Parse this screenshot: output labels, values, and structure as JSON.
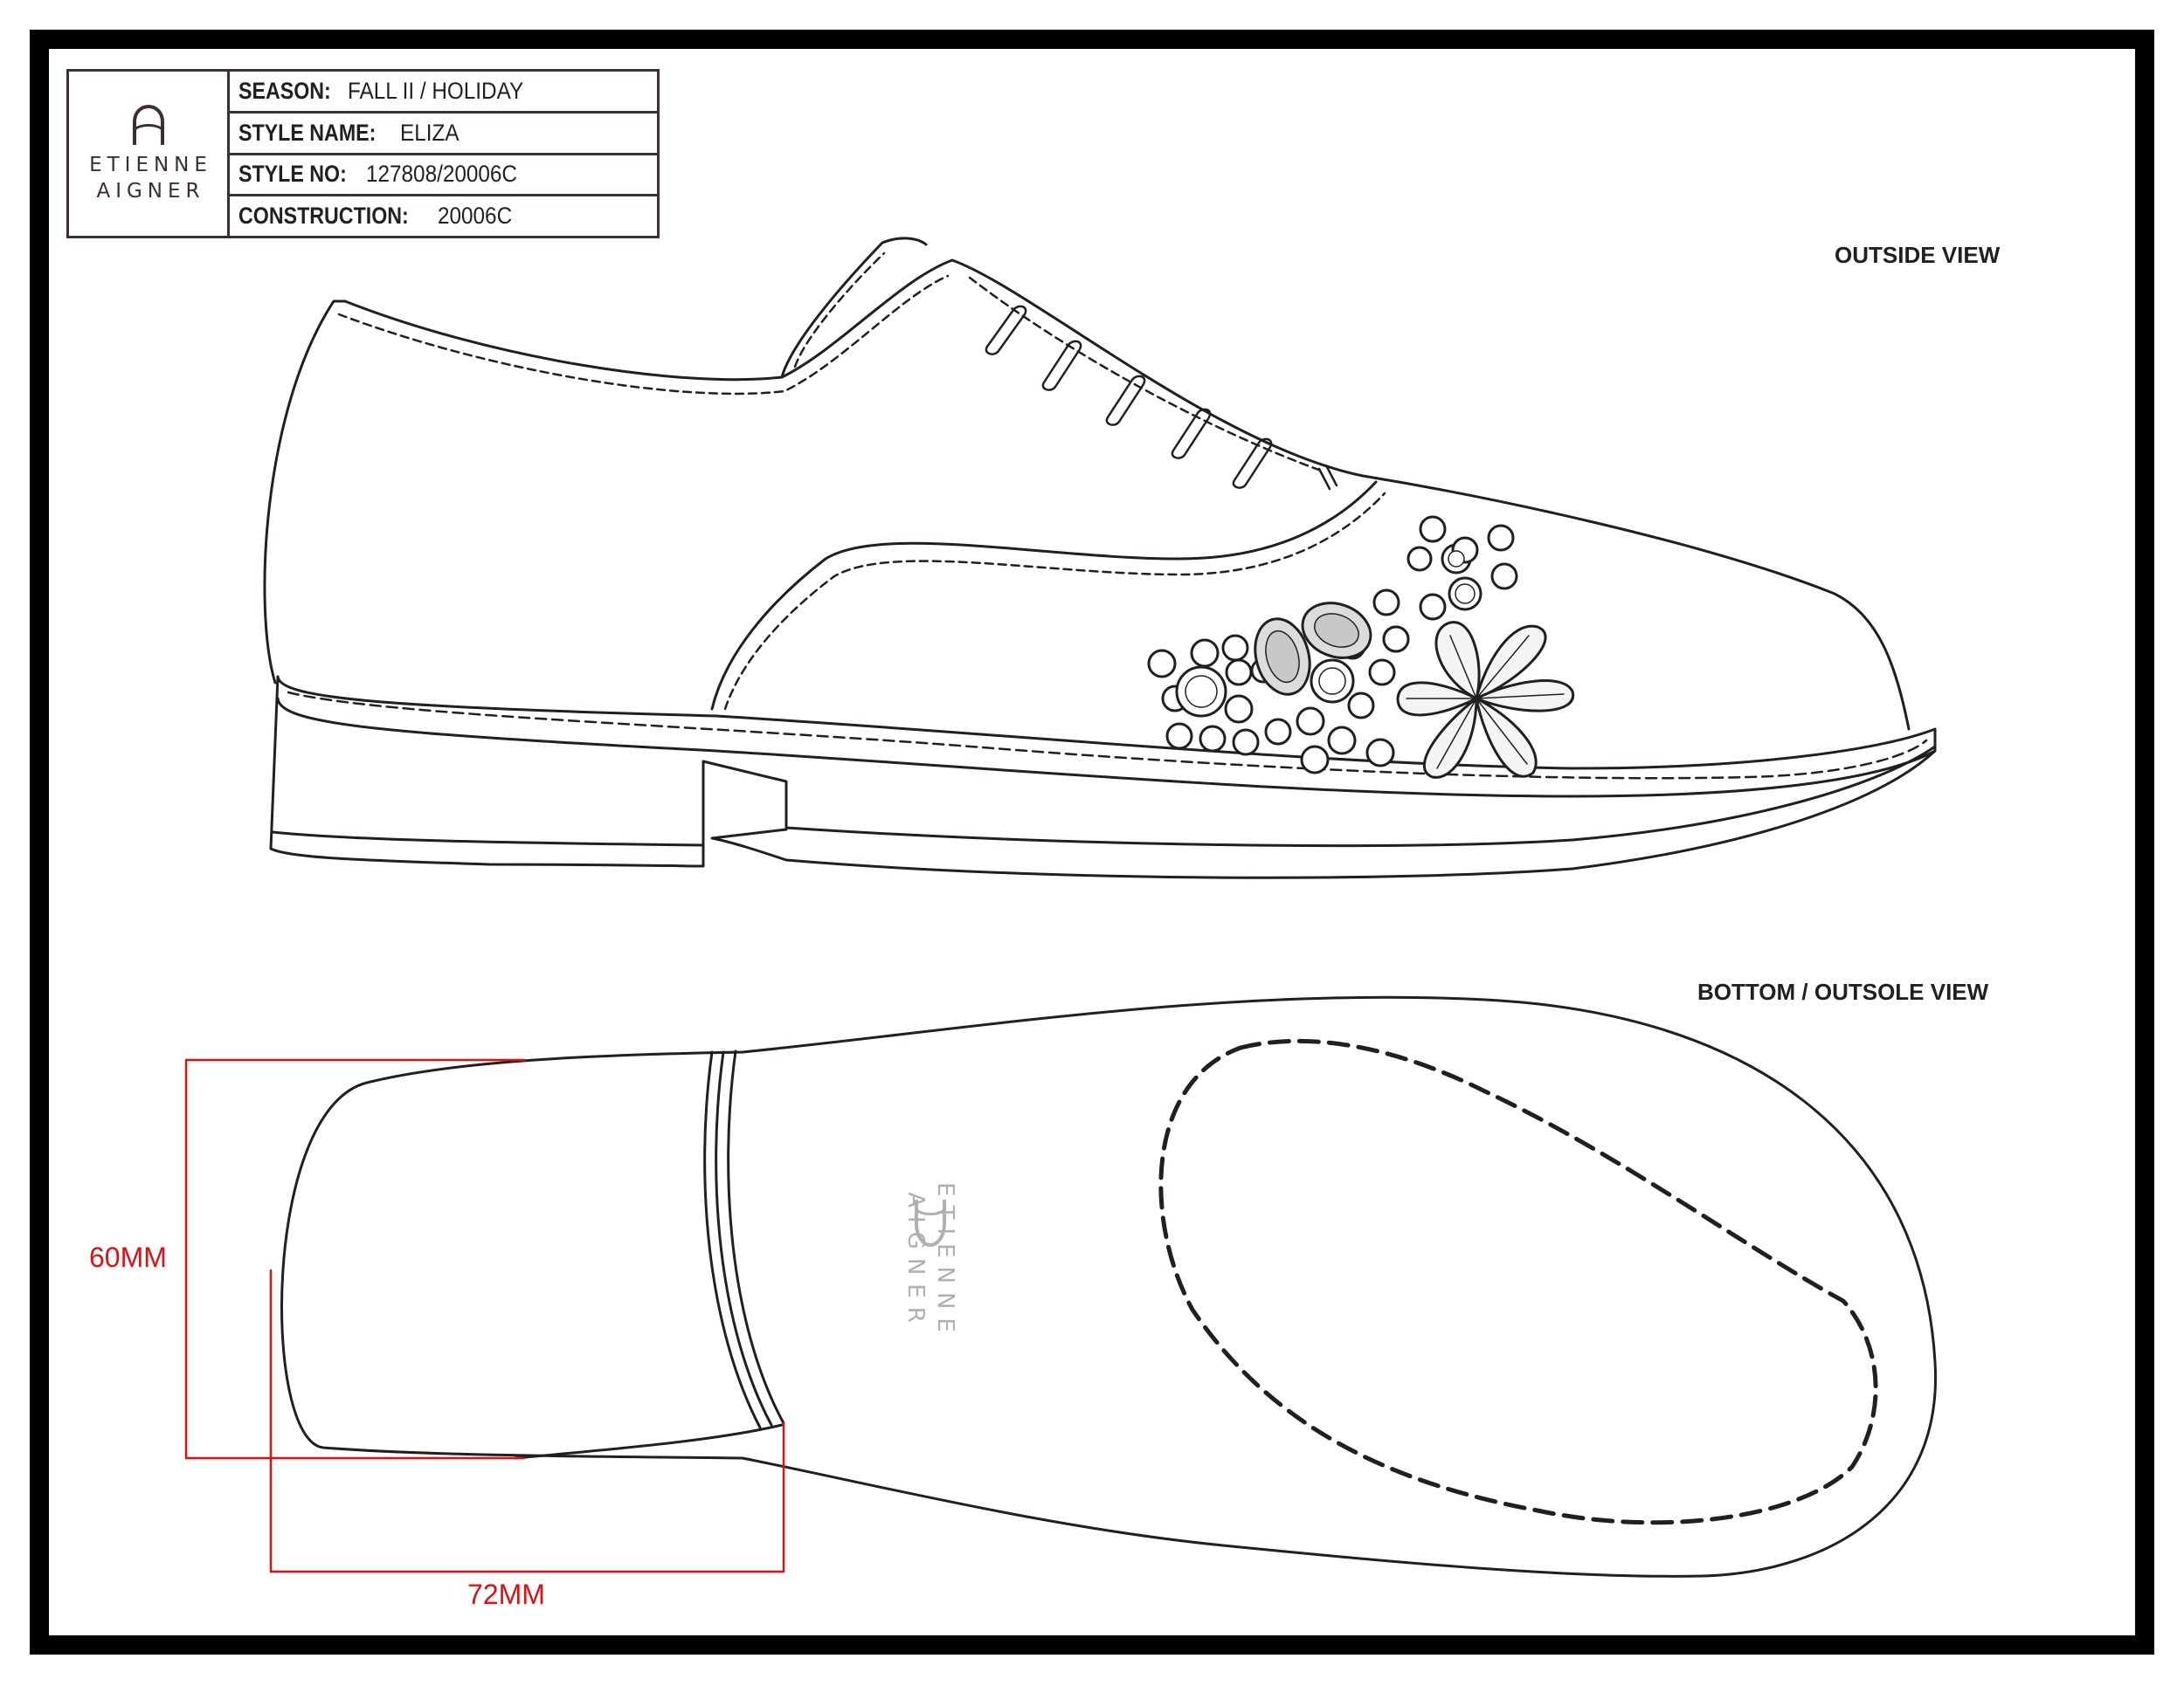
{
  "brand": {
    "line1": "ETIENNE",
    "line2": "AIGNER"
  },
  "spec": [
    {
      "label": "SEASON:",
      "value": "FALL II / HOLIDAY"
    },
    {
      "label": "STYLE NAME:",
      "value": "ELIZA"
    },
    {
      "label": "STYLE NO:",
      "value": "127808/20006C"
    },
    {
      "label": "CONSTRUCTION:",
      "value": "20006C"
    }
  ],
  "views": {
    "outside": "OUTSIDE VIEW",
    "bottom": "BOTTOM / OUTSOLE VIEW"
  },
  "dimensions": {
    "height": "60MM",
    "width": "72MM"
  },
  "colors": {
    "line": "#231f20",
    "dimension": "#e01010",
    "frame": "#000000",
    "sole_logo": "#b0b0b0"
  }
}
